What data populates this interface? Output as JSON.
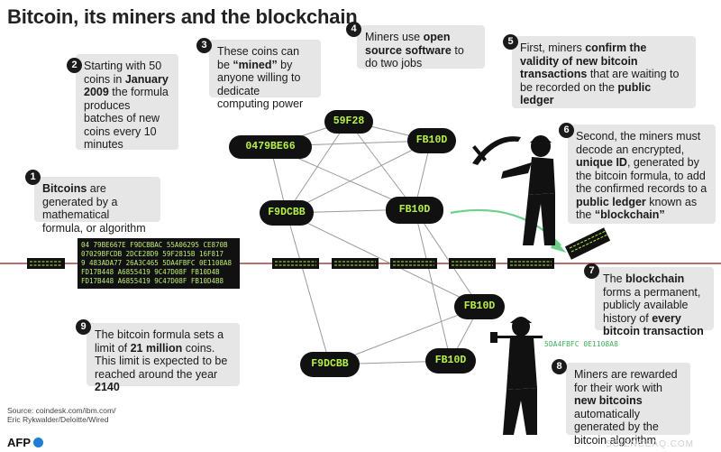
{
  "title": "Bitcoin, its miners and the blockchain",
  "steps": [
    {
      "num": "1",
      "parts": [
        {
          "t": "Bitcoins",
          "b": true
        },
        {
          "t": " are generated by a mathematical formula, or algorithm",
          "b": false
        }
      ]
    },
    {
      "num": "2",
      "parts": [
        {
          "t": "Starting with 50 coins in ",
          "b": false
        },
        {
          "t": "January 2009",
          "b": true
        },
        {
          "t": " the formula produces batches of new coins every 10 minutes",
          "b": false
        }
      ]
    },
    {
      "num": "3",
      "parts": [
        {
          "t": "These coins can be ",
          "b": false
        },
        {
          "t": "“mined”",
          "b": true
        },
        {
          "t": " by anyone willing to dedicate computing power",
          "b": false
        }
      ]
    },
    {
      "num": "4",
      "parts": [
        {
          "t": "Miners use ",
          "b": false
        },
        {
          "t": "open source software",
          "b": true
        },
        {
          "t": " to do two jobs",
          "b": false
        }
      ]
    },
    {
      "num": "5",
      "parts": [
        {
          "t": "First, miners ",
          "b": false
        },
        {
          "t": "confirm the validity of new bitcoin transactions",
          "b": true
        },
        {
          "t": " that are waiting to be recorded on the ",
          "b": false
        },
        {
          "t": "public ledger",
          "b": true
        }
      ]
    },
    {
      "num": "6",
      "parts": [
        {
          "t": "Second, the miners must decode an encrypted, ",
          "b": false
        },
        {
          "t": "unique ID",
          "b": true
        },
        {
          "t": ", generated by the bitcoin formula, to add the confirmed records to a ",
          "b": false
        },
        {
          "t": "public ledger",
          "b": true
        },
        {
          "t": " known as the ",
          "b": false
        },
        {
          "t": "“blockchain”",
          "b": true
        }
      ]
    },
    {
      "num": "7",
      "parts": [
        {
          "t": "The ",
          "b": false
        },
        {
          "t": "blockchain",
          "b": true
        },
        {
          "t": " forms a permanent, publicly available history of ",
          "b": false
        },
        {
          "t": "every bitcoin transaction",
          "b": true
        }
      ]
    },
    {
      "num": "8",
      "parts": [
        {
          "t": "Miners are rewarded for their work with ",
          "b": false
        },
        {
          "t": "new bitcoins",
          "b": true
        },
        {
          "t": " automatically generated by the bitcoin algorithm",
          "b": false
        }
      ]
    },
    {
      "num": "9",
      "parts": [
        {
          "t": "The bitcoin formula sets a limit of ",
          "b": false
        },
        {
          "t": "21 million",
          "b": true
        },
        {
          "t": " coins. This limit is expected to be reached around the year ",
          "b": false
        },
        {
          "t": "2140",
          "b": true
        }
      ]
    }
  ],
  "nodes": [
    "0479BE66",
    "59F28",
    "FB10D",
    "F9DCBB",
    "FB10D",
    "FB10D",
    "F9DCBB",
    "FB10D"
  ],
  "ledger_lines": [
    "04 79BE667E F9DCBBAC 55A06295 CE870B",
    "07029BFCDB 2DCE28D9 59F2815B 16F817",
    "9 483ADA77 26A3C465 5DA4FBFC 0E1108A8",
    "FD17B448 A6855419 9C47D08F FB10D4B",
    "FD17B448 A6855419 9C47D08F FB10D4B8"
  ],
  "unique_id": "5DA4FBFC 0E1108A8",
  "source": [
    "Source: coindesk.com/ibm.com/",
    "Eric Rykwalder/Deloitte/Wired"
  ],
  "logo": "AFP",
  "watermark": "SCIENCEAQ.COM",
  "colors": {
    "code_green": "#b6f04a",
    "node_bg": "#111111",
    "box_bg": "#e6e6e6",
    "arrow": "#6fcf8a",
    "chain_line": "#8b1a1a"
  }
}
